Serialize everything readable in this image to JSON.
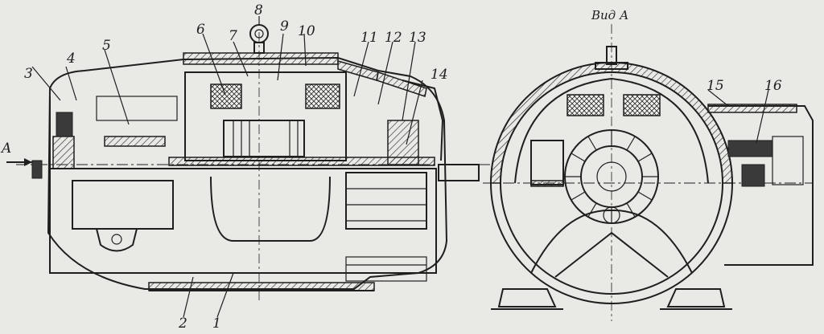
{
  "view_title": "Вид А",
  "arrow_label": "A",
  "part_numbers": {
    "p1": "1",
    "p2": "2",
    "p3": "3",
    "p4": "4",
    "p5": "5",
    "p6": "6",
    "p7": "7",
    "p8": "8",
    "p9": "9",
    "p10": "10",
    "p11": "11",
    "p12": "12",
    "p13": "13",
    "p14": "14",
    "p15": "15",
    "p16": "16"
  }
}
